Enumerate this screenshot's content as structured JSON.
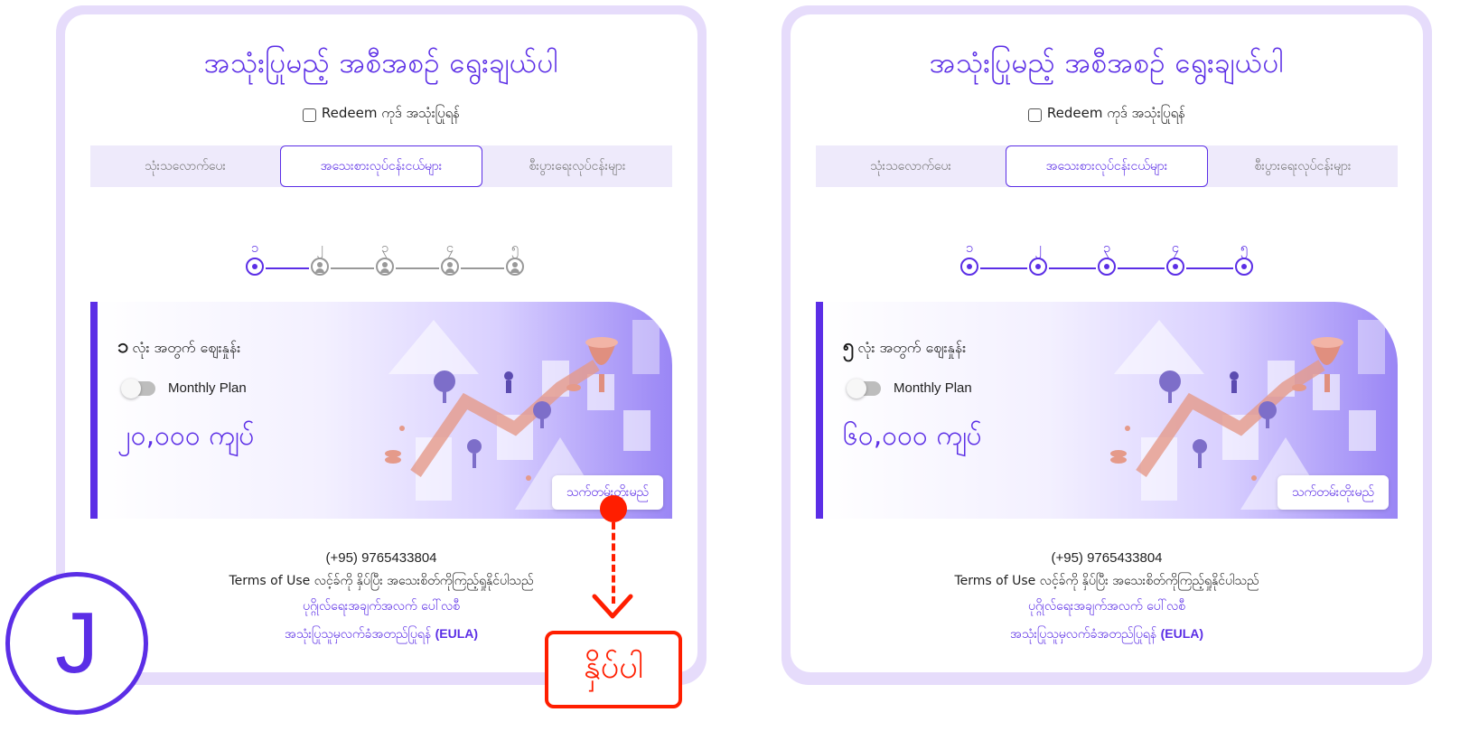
{
  "colors": {
    "accent": "#5b2ee6",
    "highlight": "#ff1e00",
    "panel_border": "#e6dcfb"
  },
  "step_badge": "J",
  "tap_label": "နှိပ်ပါ",
  "panels": [
    {
      "title": "အသုံးပြုမည့် အစီအစဉ် ရွေးချယ်ပါ",
      "redeem_label": "Redeem ကုဒ် အသုံးပြုရန်",
      "tabs": [
        "သုံးသလောက်ပေး",
        "အသေးစားလုပ်ငန်းငယ်များ",
        "စီးပွားရေးလုပ်ငန်းများ"
      ],
      "active_tab": 1,
      "steps": [
        "၁",
        "၂",
        "၃",
        "၄",
        "၅"
      ],
      "selected_step": 1,
      "plan": {
        "count": "၁",
        "label": "လုံး အတွက် ဈေးနှုန်း",
        "toggle_label": "Monthly Plan",
        "price": "၂၀,၀၀၀ ကျပ်",
        "continue_label": "သက်တမ်းတိုးမည်"
      },
      "footer": {
        "phone": "(+95) 9765433804",
        "terms": "Terms of Use လင့်ခ်ကို နှိပ်ပြီး အသေးစိတ်ကိုကြည့်ရှုနိုင်ပါသည်",
        "privacy": "ပုဂ္ဂိုလ်ရေးအချက်အလက် ပေါ်လစီ",
        "eula": "အသုံးပြုသူမှလက်ခံအတည်ပြုရန်",
        "eula_tag": "(EULA)"
      }
    },
    {
      "title": "အသုံးပြုမည့် အစီအစဉ် ရွေးချယ်ပါ",
      "redeem_label": "Redeem ကုဒ် အသုံးပြုရန်",
      "tabs": [
        "သုံးသလောက်ပေး",
        "အသေးစားလုပ်ငန်းငယ်များ",
        "စီးပွားရေးလုပ်ငန်းများ"
      ],
      "active_tab": 1,
      "steps": [
        "၁",
        "၂",
        "၃",
        "၄",
        "၅"
      ],
      "selected_step": 5,
      "plan": {
        "count": "၅",
        "label": "လုံး အတွက် ဈေးနှုန်း",
        "toggle_label": "Monthly Plan",
        "price": "၆၀,၀၀၀ ကျပ်",
        "continue_label": "သက်တမ်းတိုးမည်"
      },
      "footer": {
        "phone": "(+95) 9765433804",
        "terms": "Terms of Use လင့်ခ်ကို နှိပ်ပြီး အသေးစိတ်ကိုကြည့်ရှုနိုင်ပါသည်",
        "privacy": "ပုဂ္ဂိုလ်ရေးအချက်အလက် ပေါ်လစီ",
        "eula": "အသုံးပြုသူမှလက်ခံအတည်ပြုရန်",
        "eula_tag": "(EULA)"
      }
    }
  ]
}
